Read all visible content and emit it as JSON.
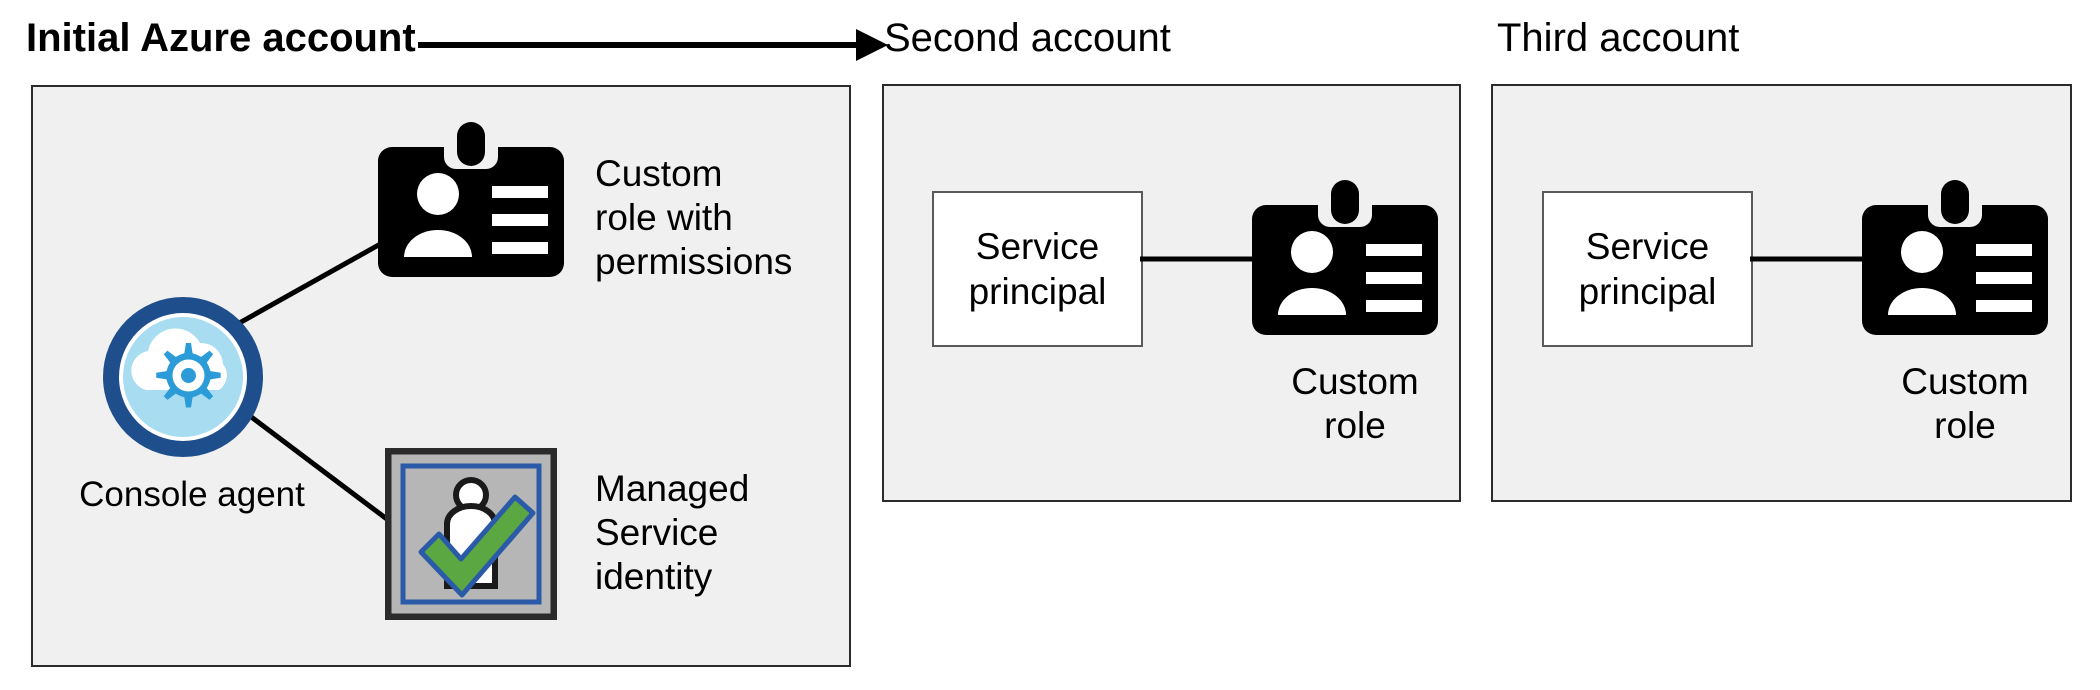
{
  "diagram": {
    "title_initial": "Initial Azure account",
    "title_second": "Second account",
    "title_third": "Third account",
    "flow_arrow_icon": "right-arrow-icon"
  },
  "panels": {
    "initial": {
      "title": "Initial Azure account",
      "agent": {
        "icon": "cloud-gear-icon",
        "label": "Console agent"
      },
      "items": [
        {
          "icon": "id-badge-icon",
          "label": "Custom\nrole with\npermissions"
        },
        {
          "icon": "managed-service-identity-icon",
          "label": "Managed\nService\nidentity"
        }
      ]
    },
    "second": {
      "title": "Second account",
      "service_principal_label": "Service\nprincipal",
      "role_icon": "id-badge-icon",
      "role_label": "Custom\nrole"
    },
    "third": {
      "title": "Third account",
      "service_principal_label": "Service\nprincipal",
      "role_icon": "id-badge-icon",
      "role_label": "Custom\nrole"
    }
  },
  "colors": {
    "panel_background": "#f0f0f0",
    "panel_border": "#2b2b2b",
    "page_background": "#ffffff",
    "badge_black": "#000000",
    "agent_ring_navy": "#1f4e8c",
    "agent_fill_lightblue": "#a8dcf0",
    "agent_cloud_white": "#ffffff",
    "agent_gear_blue": "#2b9cd8",
    "msi_outer_border": "#2b2b2b",
    "msi_fill_gray": "#b6b6b6",
    "msi_inner_border": "#2b5ba8",
    "msi_check_green": "#5ba842",
    "msi_person_white": "#ffffff",
    "connector_line": "#000000",
    "sp_box_border": "#5a5a5a",
    "sp_box_fill": "#ffffff",
    "text": "#000000"
  }
}
